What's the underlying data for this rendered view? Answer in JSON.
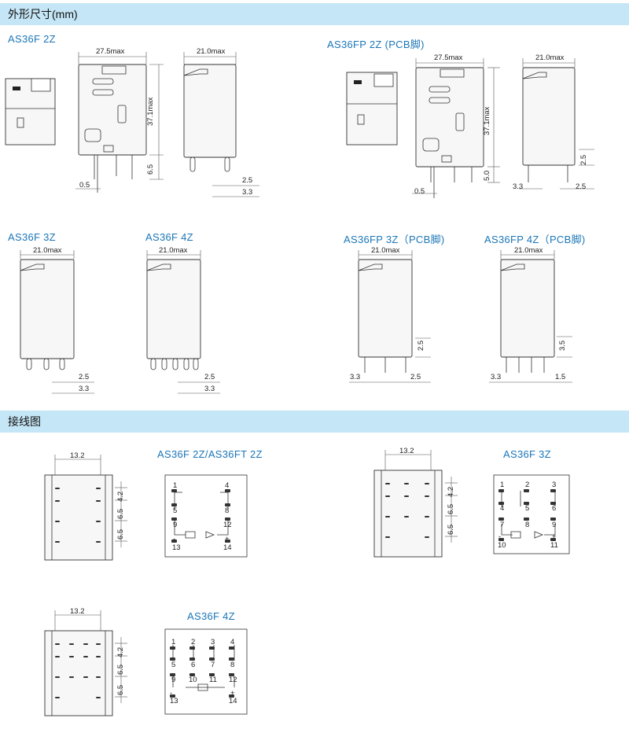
{
  "sections": {
    "dimensions_title": "外形尺寸(mm)",
    "wiring_title": "接线图"
  },
  "models": {
    "as36f_2z": "AS36F 2Z",
    "as36fp_2z": "AS36FP 2Z (PCB脚)",
    "as36f_3z": "AS36F 3Z",
    "as36f_4z": "AS36F 4Z",
    "as36fp_3z": "AS36FP 3Z（PCB脚)",
    "as36fp_4z": "AS36FP 4Z（PCB脚)",
    "wiring_2z": "AS36F 2Z/AS36FT 2Z",
    "wiring_3z": "AS36F 3Z",
    "wiring_4z": "AS36F 4Z"
  },
  "dims": {
    "w275": "27.5max",
    "w210": "21.0max",
    "h371": "37.1max",
    "d65": "6.5",
    "d05": "0.5",
    "d25": "2.5",
    "d33": "3.3",
    "d50": "5.0",
    "d35": "3.5",
    "d15": "1.5",
    "d132": "13.2",
    "d42": "4.2"
  },
  "terminals": {
    "t2z": [
      "1",
      "4",
      "5",
      "8",
      "9",
      "12",
      "13",
      "14"
    ],
    "t3z": [
      "1",
      "2",
      "3",
      "4",
      "5",
      "6",
      "7",
      "8",
      "9",
      "10",
      "11"
    ],
    "t4z": [
      "1",
      "2",
      "3",
      "4",
      "5",
      "6",
      "7",
      "8",
      "9",
      "10",
      "11",
      "12",
      "13",
      "14"
    ],
    "minus": "-",
    "plus": "+"
  }
}
